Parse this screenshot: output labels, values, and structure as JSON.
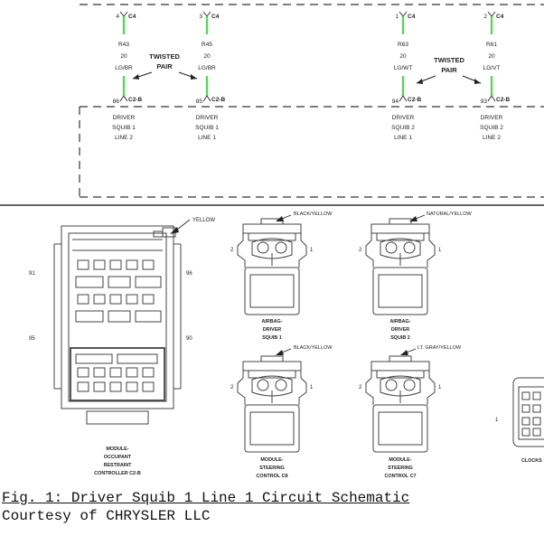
{
  "schematic": {
    "wires": [
      {
        "pin_top": "4",
        "conn_top": "C4",
        "circuit": "R43",
        "gauge": "20",
        "color": "LG/BR",
        "pin_bottom": "86",
        "conn_bottom": "C2-B",
        "label": [
          "DRIVER",
          "SQUIB 1",
          "LINE 2"
        ]
      },
      {
        "pin_top": "3",
        "conn_top": "C4",
        "circuit": "R45",
        "gauge": "20",
        "color": "LG/BR",
        "pin_bottom": "85",
        "conn_bottom": "C2-B",
        "label": [
          "DRIVER",
          "SQUIB 1",
          "LINE 1"
        ]
      },
      {
        "pin_top": "1",
        "conn_top": "C4",
        "circuit": "R63",
        "gauge": "20",
        "color": "LG/WT",
        "pin_bottom": "94",
        "conn_bottom": "C2-B",
        "label": [
          "DRIVER",
          "SQUIB 2",
          "LINE 1"
        ]
      },
      {
        "pin_top": "2",
        "conn_top": "C4",
        "circuit": "R61",
        "gauge": "20",
        "color": "LG/VT",
        "pin_bottom": "93",
        "conn_bottom": "C2-B",
        "label": [
          "DRIVER",
          "SQUIB 2",
          "LINE 2"
        ]
      }
    ],
    "twisted_pair": [
      "TWISTED",
      "PAIR"
    ],
    "wire_color_hex": "#5fd35f"
  },
  "connectors": {
    "occupant": {
      "color_label": "YELLOW",
      "pin_91": "91",
      "pin_95": "95",
      "pin_96": "96",
      "pin_90": "90",
      "name": [
        "MODULE-",
        "OCCUPANT",
        "RESTRAINT",
        "CONTROLLER C2-B"
      ]
    },
    "squib1": {
      "color_label": "BLACK/YELLOW",
      "pin_left": "2",
      "pin_right": "1",
      "name": [
        "AIRBAG-",
        "DRIVER",
        "SQUIB 1"
      ]
    },
    "squib2": {
      "color_label": "NATURAL/YELLOW",
      "pin_left": "2",
      "pin_right": "1",
      "name": [
        "AIRBAG-",
        "DRIVER",
        "SQUIB 2"
      ]
    },
    "steering_c8": {
      "color_label": "BLACK/YELLOW",
      "pin_left": "2",
      "pin_right": "1",
      "name": [
        "MODULE-",
        "STEERING",
        "CONTROL C8"
      ]
    },
    "steering_c7": {
      "color_label": "LT. GRAY/YELLOW",
      "pin_left": "2",
      "pin_right": "1",
      "name": [
        "MODULE-",
        "STEERING",
        "CONTROL C7"
      ]
    },
    "clockspring": {
      "pin_left": "1",
      "name": "CLOCKS"
    }
  },
  "caption": {
    "title": "Fig. 1: Driver Squib 1 Line 1 Circuit Schematic",
    "courtesy": "Courtesy of CHRYSLER LLC"
  }
}
